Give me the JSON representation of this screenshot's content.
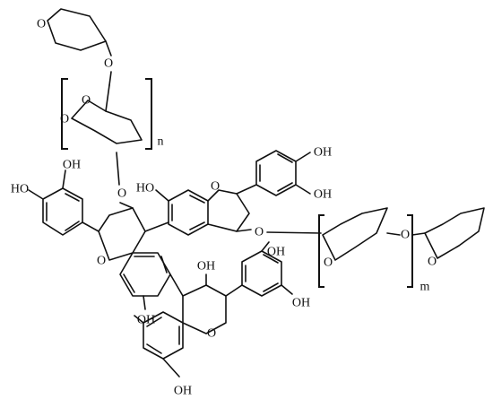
{
  "structure": {
    "atoms": {
      "oxygen": "O",
      "hydroxyl": "OH",
      "hydroxyl_left": "HO"
    },
    "repeat_units": {
      "n": "n",
      "m": "m"
    },
    "colors": {
      "ink": "#111111",
      "background": "#ffffff"
    }
  }
}
